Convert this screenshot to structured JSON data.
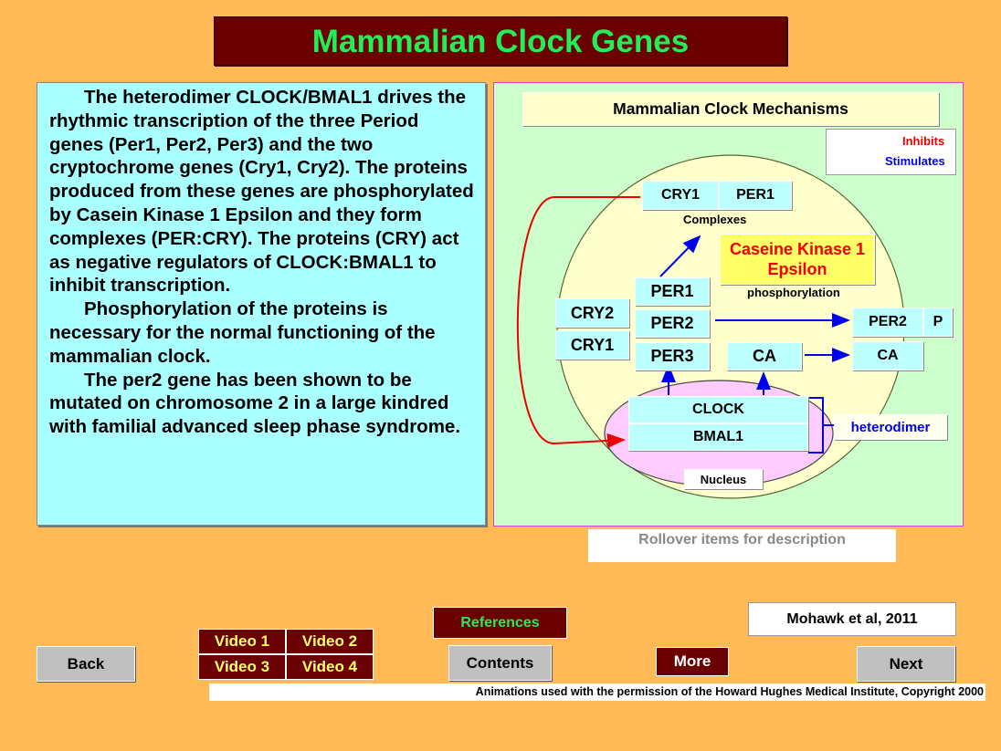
{
  "title": "Mammalian Clock Genes",
  "description": {
    "paragraphs": [
      "The heterodimer CLOCK/BMAL1 drives the rhythmic transcription of the three Period genes (Per1, Per2, Per3) and the two cryptochrome genes (Cry1, Cry2). The proteins produced from these genes are phosphorylated by Casein Kinase 1 Epsilon and they form complexes (PER:CRY). The proteins (CRY) act as negative regulators of CLOCK:BMAL1 to inhibit transcription.",
      "Phosphorylation of the proteins is necessary for the normal functioning of the mammalian clock.",
      "The per2 gene has been shown to be mutated on chromosome 2 in a large kindred with familial advanced sleep phase syndrome."
    ]
  },
  "diagram": {
    "title": "Mammalian Clock Mechanisms",
    "legend": {
      "inhibits": "Inhibits",
      "stimulates": "Stimulates",
      "inhibits_color": "#EE0000",
      "stimulates_color": "#0000EE"
    },
    "cry1": "CRY1",
    "per1_top": "PER1",
    "complexes": "Complexes",
    "kinase": "Caseine Kinase 1 Epsilon",
    "phosphorylation": "phosphorylation",
    "cry2": "CRY2",
    "cry1_left": "CRY1",
    "per1": "PER1",
    "per2": "PER2",
    "per3": "PER3",
    "ca": "CA",
    "per2_p": "PER2",
    "p": "P",
    "ca_right": "CA",
    "clock": "CLOCK",
    "bmal1": "BMAL1",
    "heterodimer": "heterodimer",
    "nucleus": "Nucleus"
  },
  "rollover": "Rollover items for description",
  "citation": "Mohawk et al, 2011",
  "nav": {
    "back": "Back",
    "video1": "Video 1",
    "video2": "Video 2",
    "video3": "Video 3",
    "video4": "Video 4",
    "references": "References",
    "contents": "Contents",
    "more": "More",
    "next": "Next"
  },
  "credits": "Animations used with the permission of the Howard Hughes Medical Institute, Copyright 2000"
}
